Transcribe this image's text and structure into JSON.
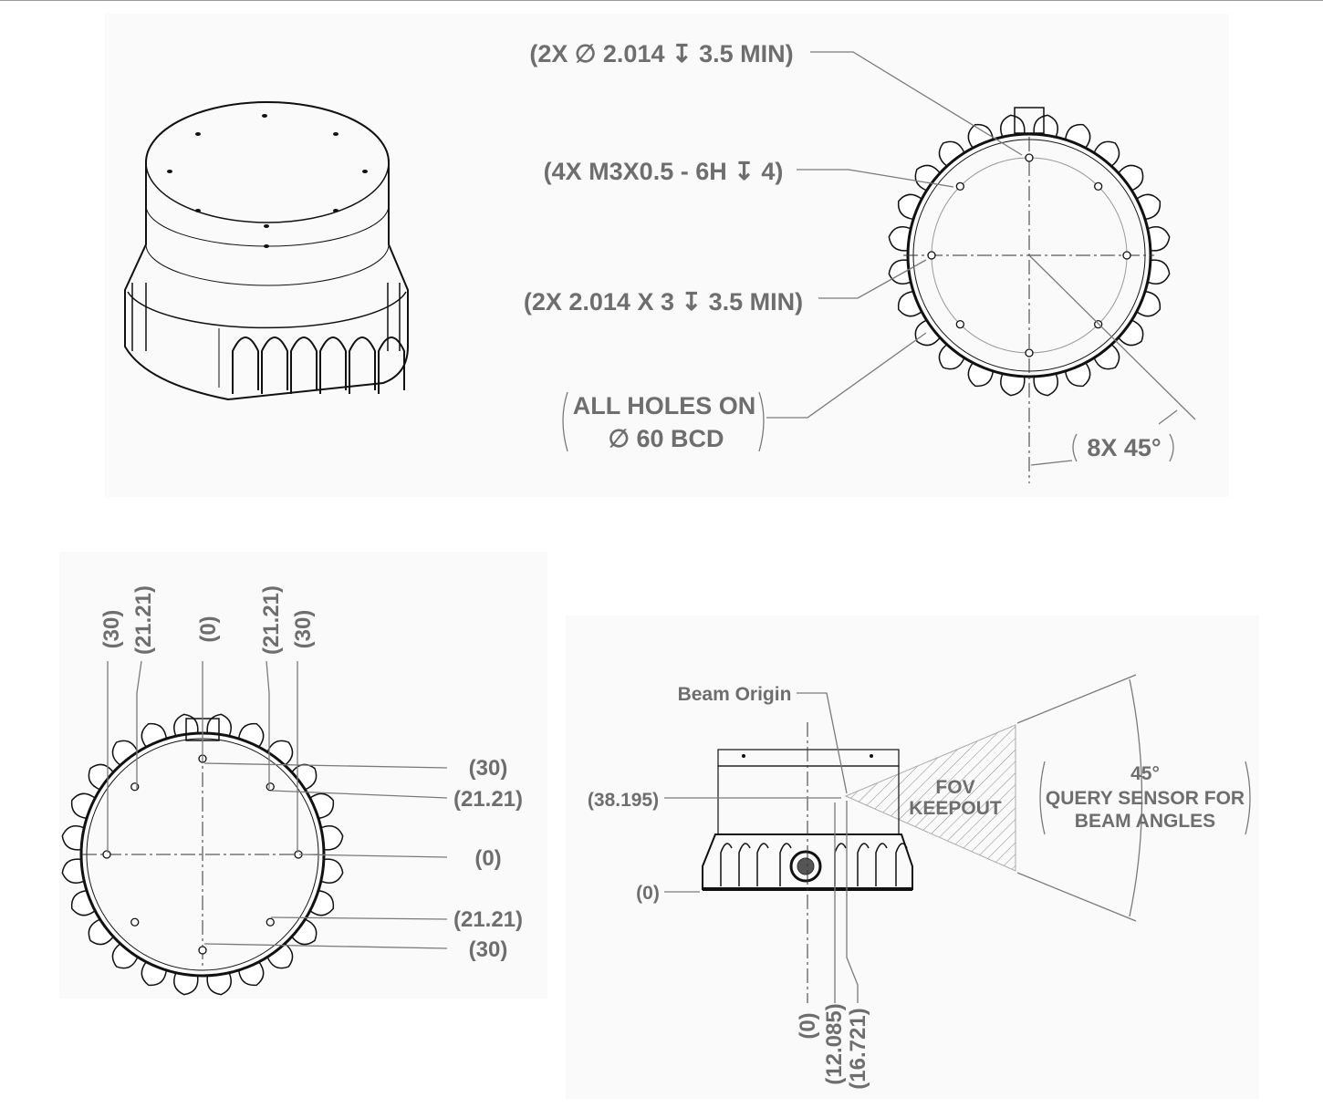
{
  "views": {
    "isometric": {},
    "top_view": {
      "callouts": [
        "(2X ∅ 2.014 ↧ 3.5 MIN)",
        "(4X M3X0.5 - 6H ↧ 4)",
        "(2X 2.014 X 3 ↧ 3.5 MIN)"
      ],
      "bcd_note": [
        "ALL HOLES ON",
        "∅ 60 BCD"
      ],
      "angle_note": "8X 45°"
    },
    "hole_coordinates": {
      "x_labels": [
        "(30)",
        "(21.21)",
        "(0)",
        "(21.21)",
        "(30)"
      ],
      "y_labels": [
        "(30)",
        "(21.21)",
        "(0)",
        "(21.21)",
        "(30)"
      ]
    },
    "side_view": {
      "beam_origin": "Beam Origin",
      "fov": [
        "FOV",
        "KEEPOUT"
      ],
      "height_labels": [
        "(38.195)",
        "(0)"
      ],
      "x_labels": [
        "(0)",
        "(12.085)",
        "(16.721)"
      ],
      "angle_note": [
        "45°",
        "QUERY SENSOR FOR",
        "BEAM ANGLES"
      ]
    }
  }
}
